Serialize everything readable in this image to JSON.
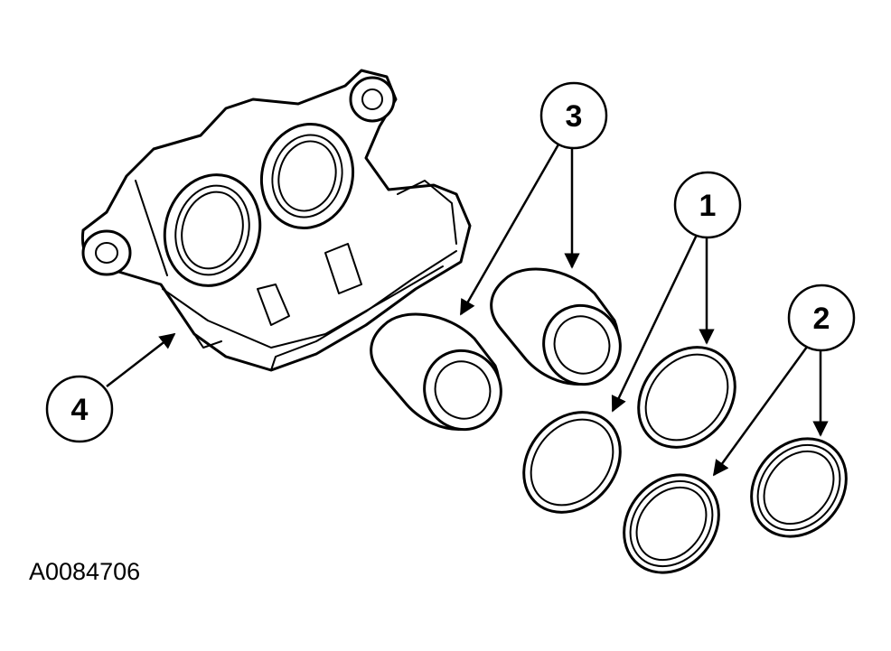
{
  "figure_id": "A0084706",
  "callouts": [
    {
      "label": "1"
    },
    {
      "label": "2"
    },
    {
      "label": "3"
    },
    {
      "label": "4"
    }
  ]
}
